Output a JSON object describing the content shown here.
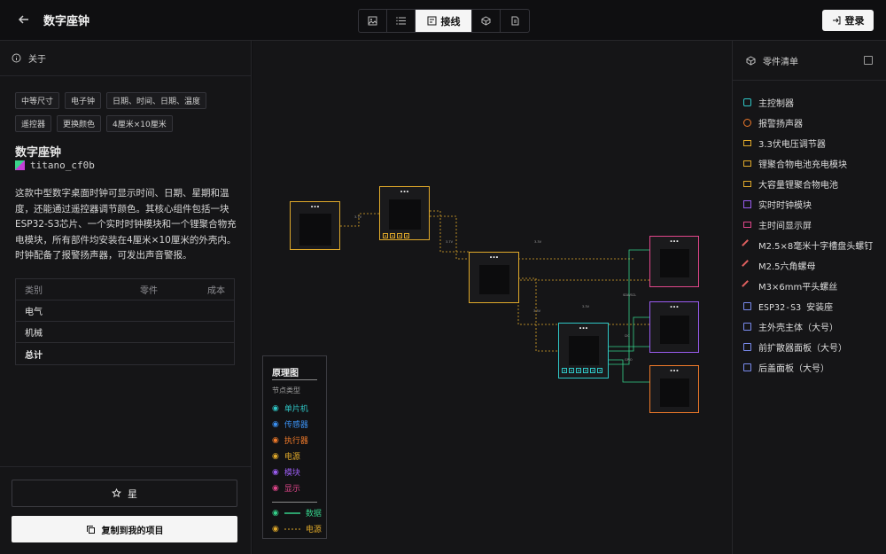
{
  "header": {
    "title": "数字座钟",
    "tabs": [
      "image",
      "list",
      "接线",
      "cube",
      "document"
    ],
    "active_tab_label": "接线",
    "login_label": "登录"
  },
  "about": {
    "label": "关于",
    "tags": [
      "中等尺寸",
      "电子钟",
      "日期、时间、日期、温度",
      "遥控器",
      "更换颜色",
      "4厘米×10厘米"
    ],
    "project_name": "数字座钟",
    "author": "titano_cf0b",
    "description": "这款中型数字桌面时钟可显示时间、日期、星期和温度，还能通过遥控器调节颜色。其核心组件包括一块ESP32-S3芯片、一个实时时钟模块和一个锂聚合物充电模块，所有部件均安装在4厘米×10厘米的外壳内。时钟配备了报警扬声器，可发出声音警报。",
    "cost_table": {
      "headers": [
        "类别",
        "零件",
        "成本"
      ],
      "rows": [
        {
          "category": "电气",
          "parts": "",
          "cost": ""
        },
        {
          "category": "机械",
          "parts": "",
          "cost": ""
        },
        {
          "category": "总计",
          "parts": "",
          "cost": ""
        }
      ]
    },
    "star_label": "星",
    "copy_label": "复制到我的项目"
  },
  "legend": {
    "title": "原理图",
    "subtitle": "节点类型",
    "items": [
      {
        "label": "单片机",
        "color": "#2fc7c7"
      },
      {
        "label": "传感器",
        "color": "#3a8ff0"
      },
      {
        "label": "执行器",
        "color": "#f07a2a"
      },
      {
        "label": "电源",
        "color": "#e0a92a"
      },
      {
        "label": "模块",
        "color": "#9a5cf0"
      },
      {
        "label": "显示",
        "color": "#e0468a"
      }
    ],
    "lines": [
      {
        "label": "数据",
        "color": "#35d08a"
      },
      {
        "label": "电源",
        "color": "#e0a92a"
      }
    ]
  },
  "parts_panel": {
    "title": "零件清单",
    "items": [
      {
        "label": "主控制器",
        "icon": "chip-icon",
        "color": "#2fc7c7"
      },
      {
        "label": "报警扬声器",
        "icon": "speaker-icon",
        "color": "#f07a2a"
      },
      {
        "label": "3.3伏电压调节器",
        "icon": "battery-icon",
        "color": "#e0a92a"
      },
      {
        "label": "锂聚合物电池充电模块",
        "icon": "battery-icon",
        "color": "#e0a92a"
      },
      {
        "label": "大容量锂聚合物电池",
        "icon": "battery-icon",
        "color": "#e0a92a"
      },
      {
        "label": "实时时钟模块",
        "icon": "module-icon",
        "color": "#9a5cf0"
      },
      {
        "label": "主时间显示屏",
        "icon": "monitor-icon",
        "color": "#e0468a"
      },
      {
        "label": "M2.5×8毫米十字槽盘头螺钉",
        "icon": "wrench-icon",
        "color": "#e06060"
      },
      {
        "label": "M2.5六角螺母",
        "icon": "wrench-icon",
        "color": "#e06060"
      },
      {
        "label": "M3×6mm平头螺丝",
        "icon": "wrench-icon",
        "color": "#e06060"
      },
      {
        "label": "ESP32-S3 安装座",
        "icon": "printer-icon",
        "color": "#7a8cf0"
      },
      {
        "label": "主外壳主体（大号）",
        "icon": "printer-icon",
        "color": "#7a8cf0"
      },
      {
        "label": "前扩散器面板（大号）",
        "icon": "printer-icon",
        "color": "#7a8cf0"
      },
      {
        "label": "后盖面板（大号）",
        "icon": "printer-icon",
        "color": "#7a8cf0"
      }
    ]
  },
  "schematic": {
    "edge_labels": [
      "3.7V",
      "3.7V",
      "3.3V",
      "3.3V",
      "3.3V",
      "SDA/SCL",
      "I2C",
      "GPIO"
    ]
  }
}
